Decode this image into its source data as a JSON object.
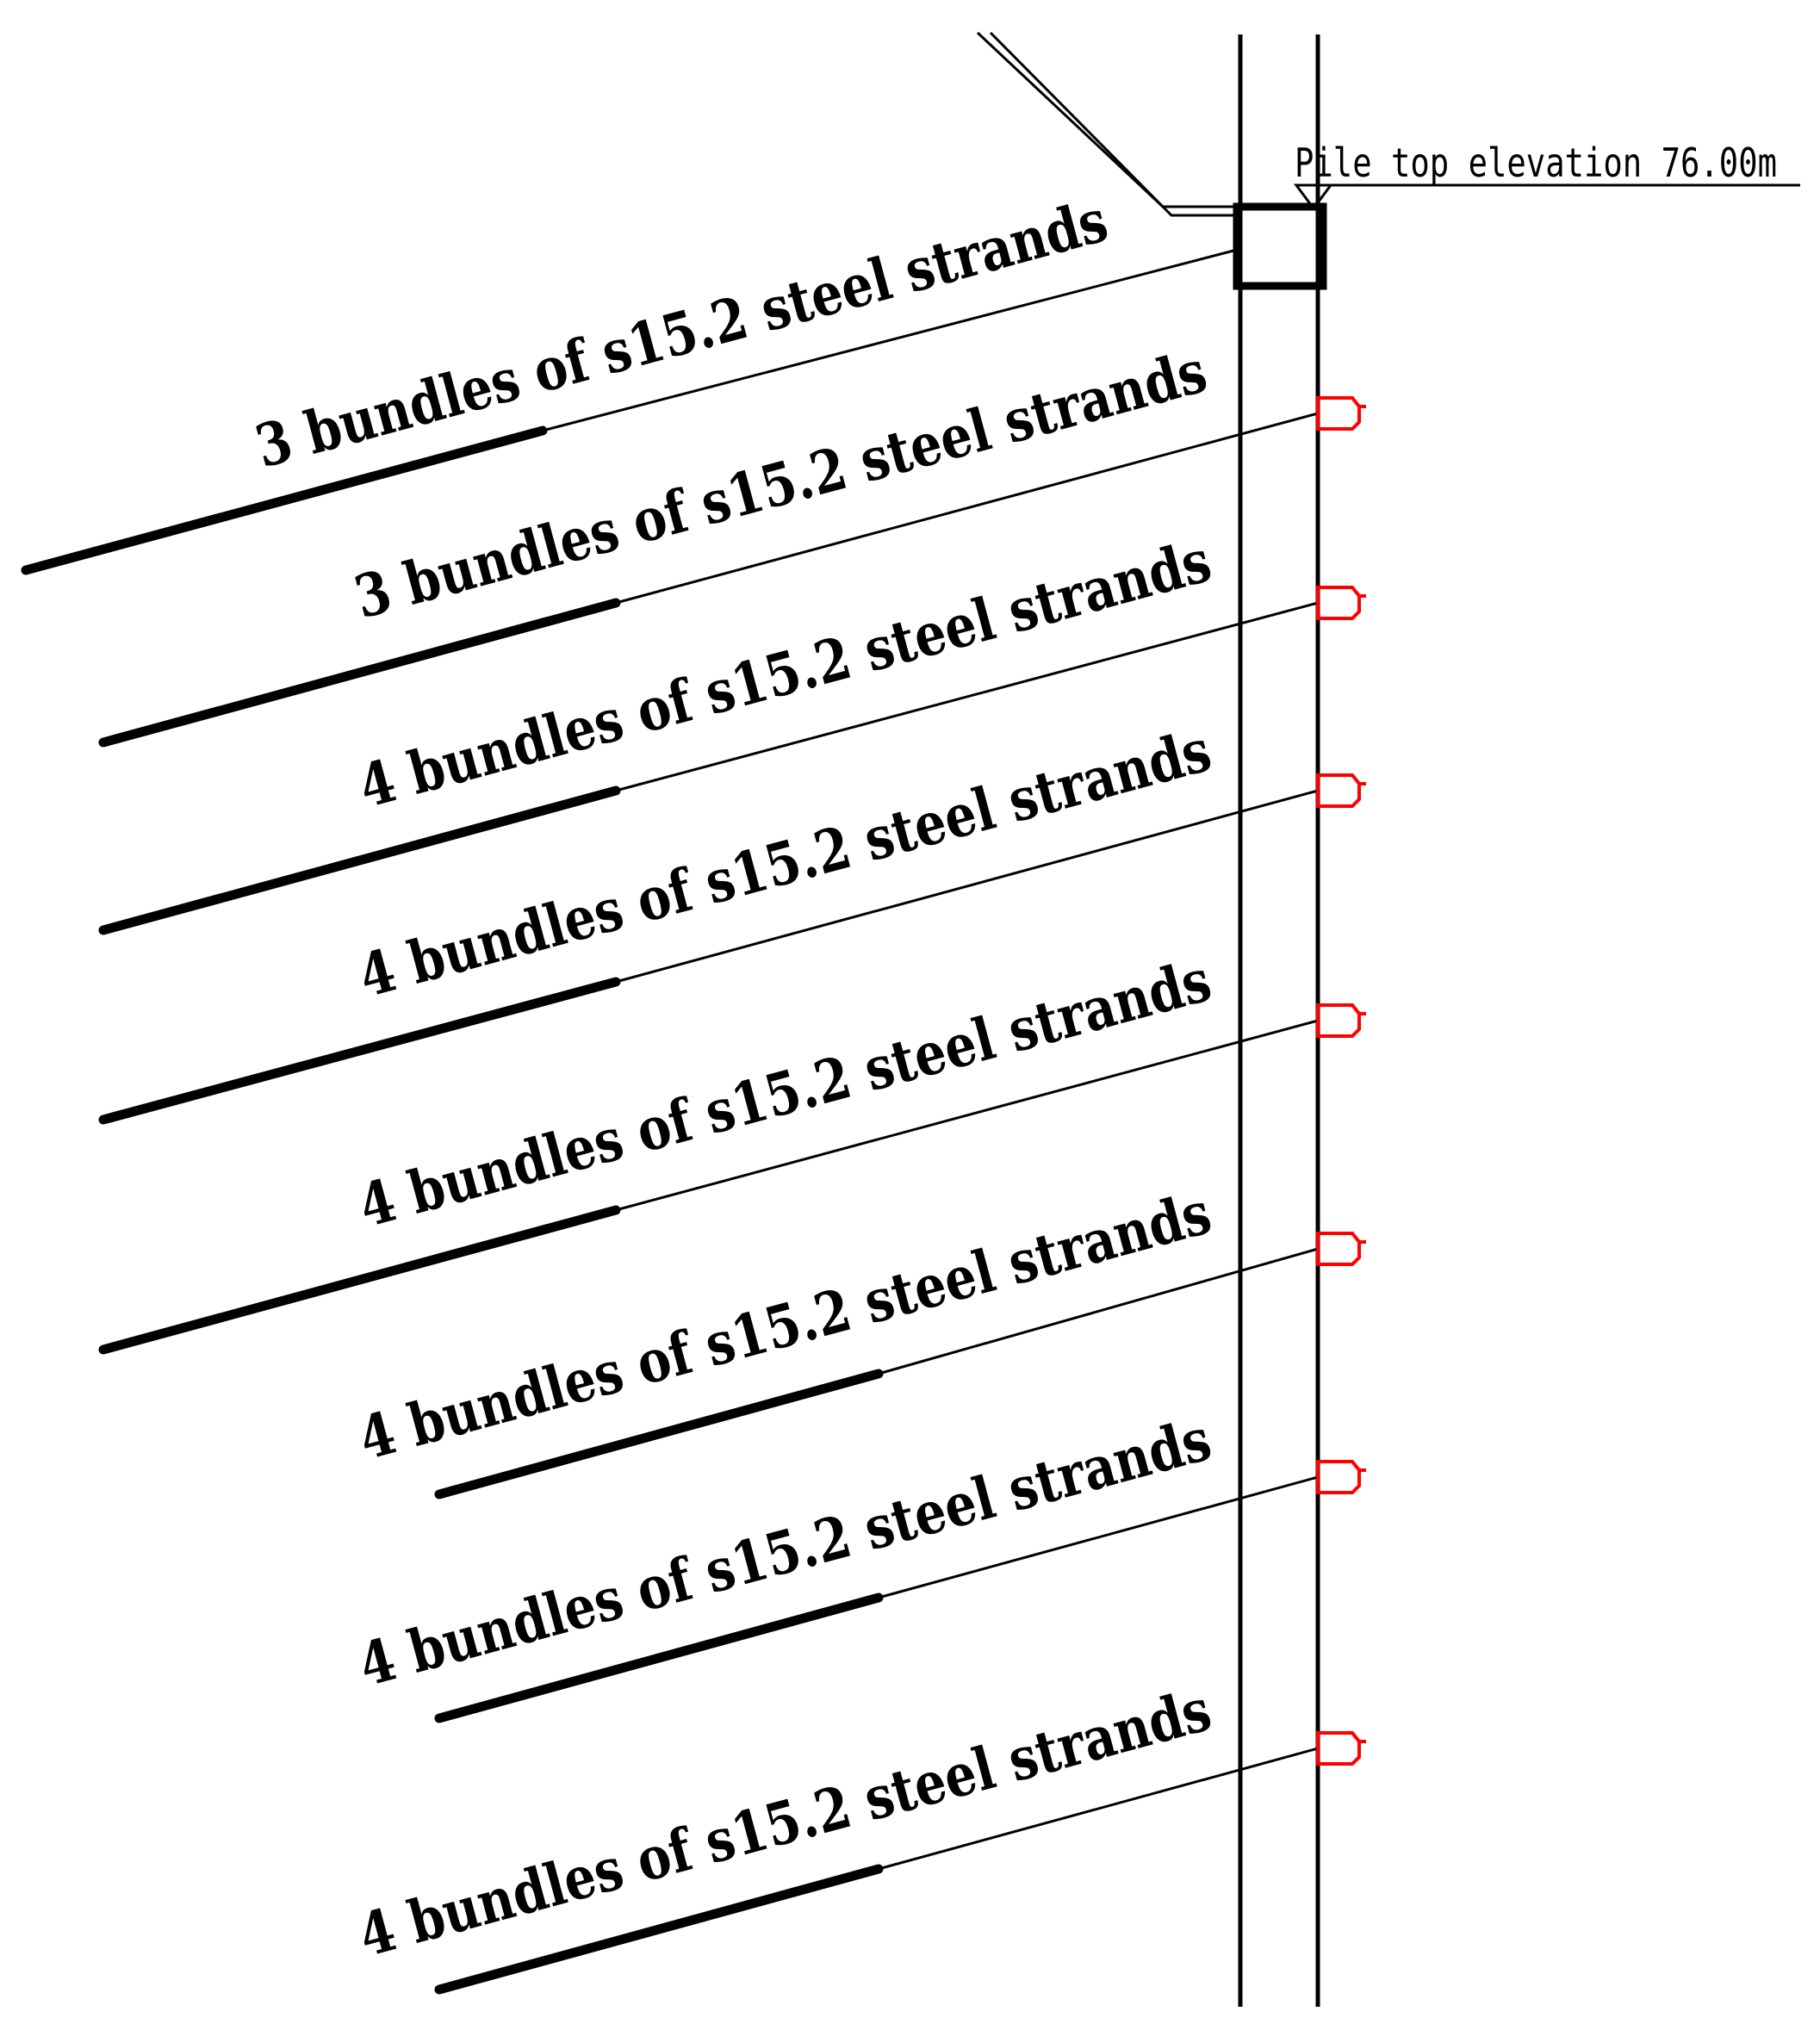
{
  "pile_top": {
    "label": "Pile top elevation 76.00m"
  },
  "anchors": [
    {
      "label": "3 bundles of s15.2 steel strands",
      "has_head_symbol": false
    },
    {
      "label": "3 bundles of s15.2 steel strands",
      "has_head_symbol": true
    },
    {
      "label": "4 bundles of s15.2 steel strands",
      "has_head_symbol": true
    },
    {
      "label": "4 bundles of s15.2 steel strands",
      "has_head_symbol": true
    },
    {
      "label": "4 bundles of s15.2 steel strands",
      "has_head_symbol": true
    },
    {
      "label": "4 bundles of s15.2 steel strands",
      "has_head_symbol": true
    },
    {
      "label": "4 bundles of s15.2 steel strands",
      "has_head_symbol": true
    },
    {
      "label": "4 bundles of s15.2 steel strands",
      "has_head_symbol": true
    }
  ],
  "colors": {
    "line": "#000000",
    "anchor_head": "#ff0000",
    "background": "#ffffff"
  }
}
